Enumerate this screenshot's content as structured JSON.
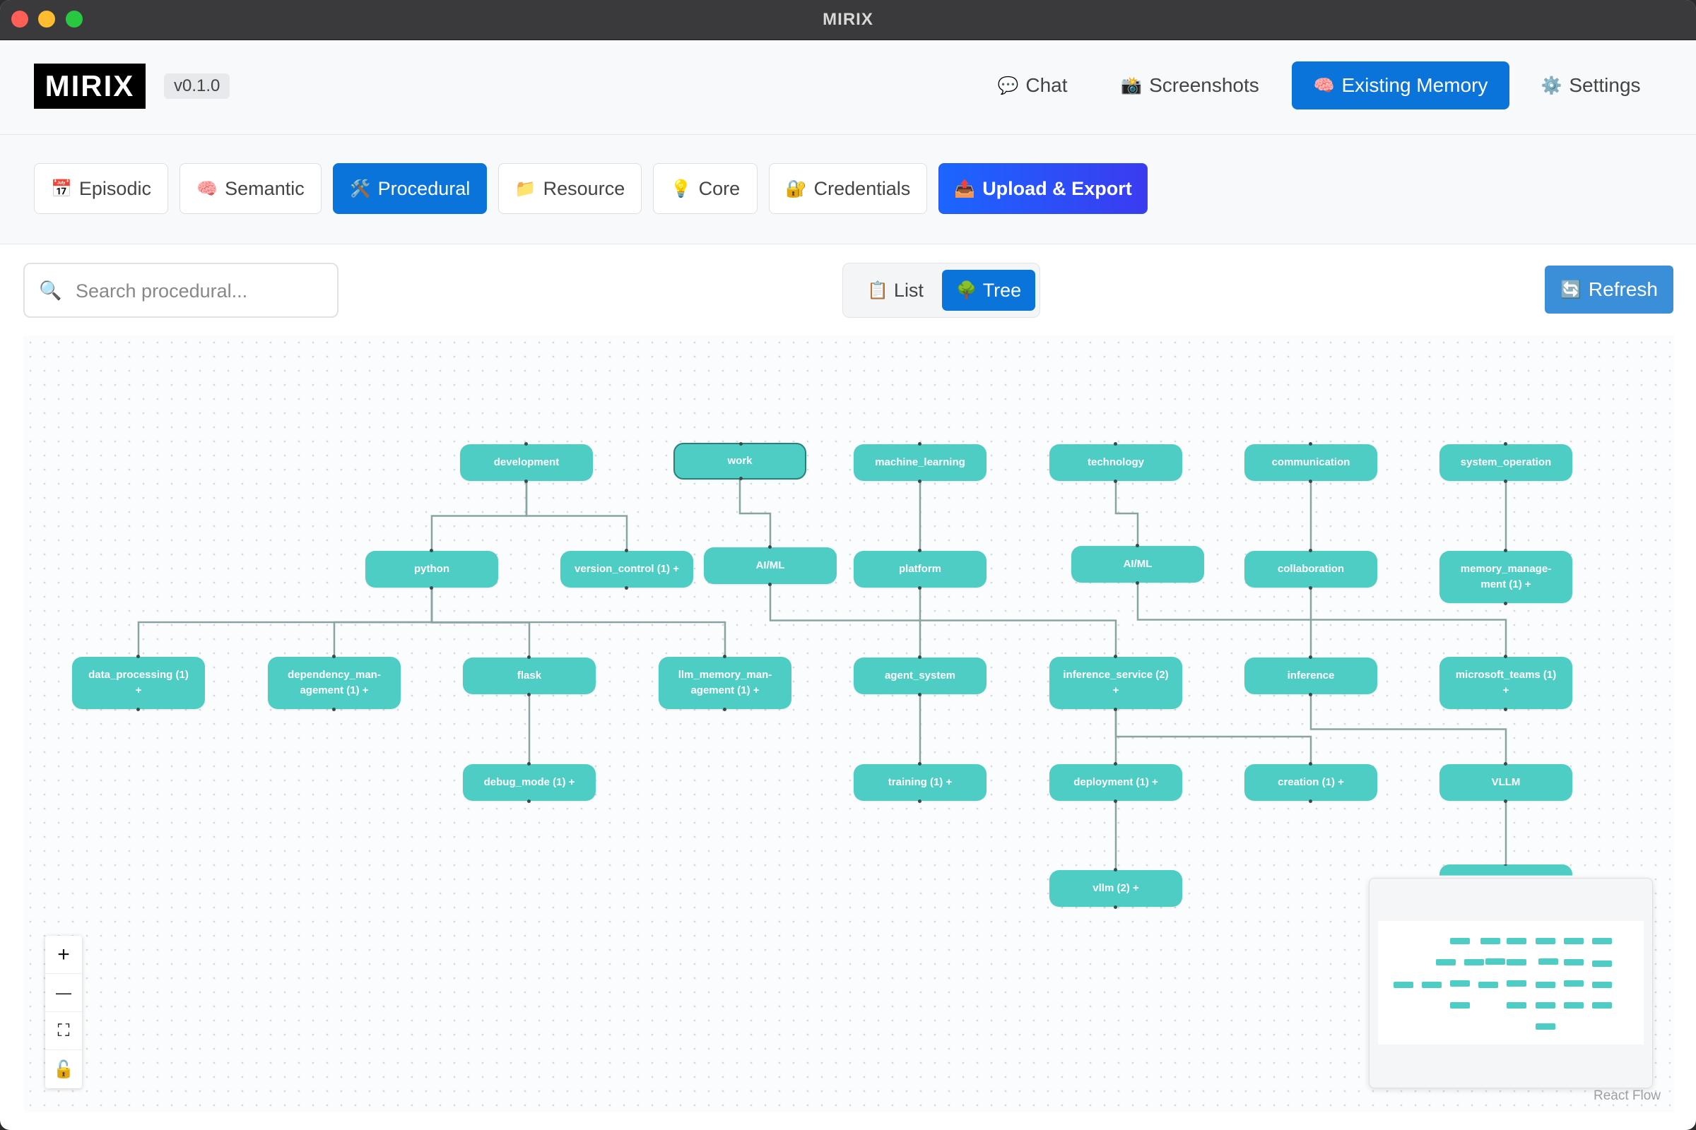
{
  "window": {
    "title": "MIRIX"
  },
  "header": {
    "logo": "MIRIX",
    "version": "v0.1.0",
    "nav": [
      {
        "icon": "💬",
        "label": "Chat"
      },
      {
        "icon": "📸",
        "label": "Screenshots"
      },
      {
        "icon": "🧠",
        "label": "Existing Memory",
        "active": true
      },
      {
        "icon": "⚙️",
        "label": "Settings"
      }
    ]
  },
  "tabs": [
    {
      "icon": "📅",
      "label": "Episodic"
    },
    {
      "icon": "🧠",
      "label": "Semantic"
    },
    {
      "icon": "🛠️",
      "label": "Procedural",
      "active": true
    },
    {
      "icon": "📁",
      "label": "Resource"
    },
    {
      "icon": "💡",
      "label": "Core"
    },
    {
      "icon": "🔐",
      "label": "Credentials"
    },
    {
      "icon": "📤",
      "label": "Upload & Export"
    }
  ],
  "toolbar": {
    "search_icon": "🔍",
    "search_placeholder": "Search procedural...",
    "search_value": "",
    "view_toggle": [
      {
        "icon": "📋",
        "label": "List"
      },
      {
        "icon": "🌳",
        "label": "Tree",
        "active": true
      }
    ],
    "refresh": {
      "icon": "🔄",
      "label": "Refresh"
    }
  },
  "tree": {
    "nodes": [
      {
        "id": "development",
        "label": "development"
      },
      {
        "id": "work",
        "label": "work",
        "selected": true
      },
      {
        "id": "machine_learning",
        "label": "machine_learning"
      },
      {
        "id": "technology",
        "label": "technology"
      },
      {
        "id": "communication",
        "label": "communication"
      },
      {
        "id": "system_operation",
        "label": "system_operation"
      },
      {
        "id": "python",
        "label": "python"
      },
      {
        "id": "version_control",
        "label": "version_control (1) +"
      },
      {
        "id": "aiml1",
        "label": "AI/ML"
      },
      {
        "id": "platform",
        "label": "platform"
      },
      {
        "id": "aiml2",
        "label": "AI/ML"
      },
      {
        "id": "collaboration",
        "label": "collaboration"
      },
      {
        "id": "memory_management",
        "label": "memory_manage-\nment (1) +"
      },
      {
        "id": "data_processing",
        "label": "data_processing (1)\n+"
      },
      {
        "id": "dependency_management",
        "label": "dependency_man-\nagement (1) +"
      },
      {
        "id": "flask",
        "label": "flask"
      },
      {
        "id": "llm_memory_management",
        "label": "llm_memory_man-\nagement (1) +"
      },
      {
        "id": "agent_system",
        "label": "agent_system"
      },
      {
        "id": "inference_service",
        "label": "inference_service (2)\n+"
      },
      {
        "id": "inference",
        "label": "inference"
      },
      {
        "id": "microsoft_teams",
        "label": "microsoft_teams (1)\n+"
      },
      {
        "id": "debug_mode",
        "label": "debug_mode (1) +"
      },
      {
        "id": "training",
        "label": "training (1) +"
      },
      {
        "id": "deployment",
        "label": "deployment (1) +"
      },
      {
        "id": "creation",
        "label": "creation (1) +"
      },
      {
        "id": "VLLM",
        "label": "VLLM"
      },
      {
        "id": "vllm",
        "label": "vllm (2) +"
      },
      {
        "id": "hidden",
        "label": ""
      }
    ],
    "edges": [
      [
        "development",
        "python"
      ],
      [
        "development",
        "version_control"
      ],
      [
        "work",
        "aiml1"
      ],
      [
        "machine_learning",
        "platform"
      ],
      [
        "technology",
        "aiml2"
      ],
      [
        "communication",
        "collaboration"
      ],
      [
        "system_operation",
        "memory_management"
      ],
      [
        "python",
        "data_processing"
      ],
      [
        "python",
        "dependency_management"
      ],
      [
        "python",
        "flask"
      ],
      [
        "python",
        "llm_memory_management"
      ],
      [
        "aiml1",
        "inference_service"
      ],
      [
        "platform",
        "agent_system"
      ],
      [
        "aiml2",
        "microsoft_teams"
      ],
      [
        "collaboration",
        "inference"
      ],
      [
        "flask",
        "debug_mode"
      ],
      [
        "agent_system",
        "training"
      ],
      [
        "inference_service",
        "deployment"
      ],
      [
        "inference_service",
        "creation"
      ],
      [
        "inference",
        "VLLM"
      ],
      [
        "deployment",
        "vllm"
      ],
      [
        "VLLM",
        "hidden"
      ]
    ]
  },
  "controls": {
    "zoom_in": "+",
    "zoom_out": "—",
    "fit_view": "⛶",
    "lock": "🔓"
  },
  "attribution": "React Flow"
}
